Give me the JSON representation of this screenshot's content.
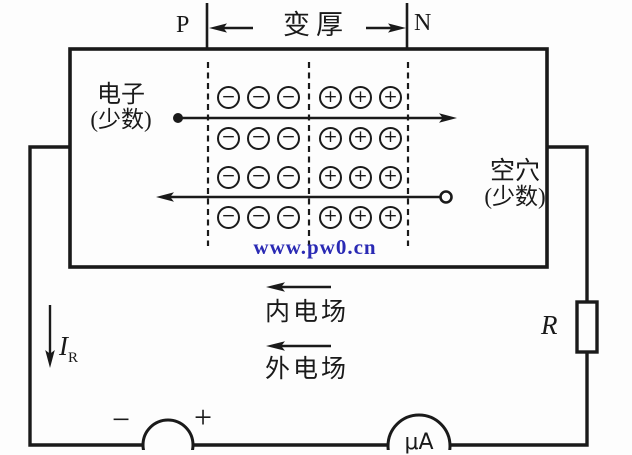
{
  "colors": {
    "line": "#1a1a1a",
    "watermark_blue": "#2a2ab4",
    "background": "#fdfdfd"
  },
  "top": {
    "p_region_label": "P",
    "n_region_label": "N",
    "depletion_label": "变厚"
  },
  "junction": {
    "electron_label_line1": "电子",
    "electron_label_line2": "(少数)",
    "hole_label_line1": "空穴",
    "hole_label_line2": "(少数)",
    "rows": 4,
    "minus_per_row": 3,
    "plus_per_row": 3,
    "minus_symbol": "−",
    "plus_symbol": "+",
    "watermark": "www.pw0.cn"
  },
  "fields": {
    "internal_field_label": "内电场",
    "external_field_label": "外电场"
  },
  "circuit": {
    "current_symbol": "I",
    "current_subscript": "R",
    "resistor_label": "R",
    "battery_minus_sign": "−",
    "battery_plus_sign": "+",
    "meter_label": "μA"
  }
}
